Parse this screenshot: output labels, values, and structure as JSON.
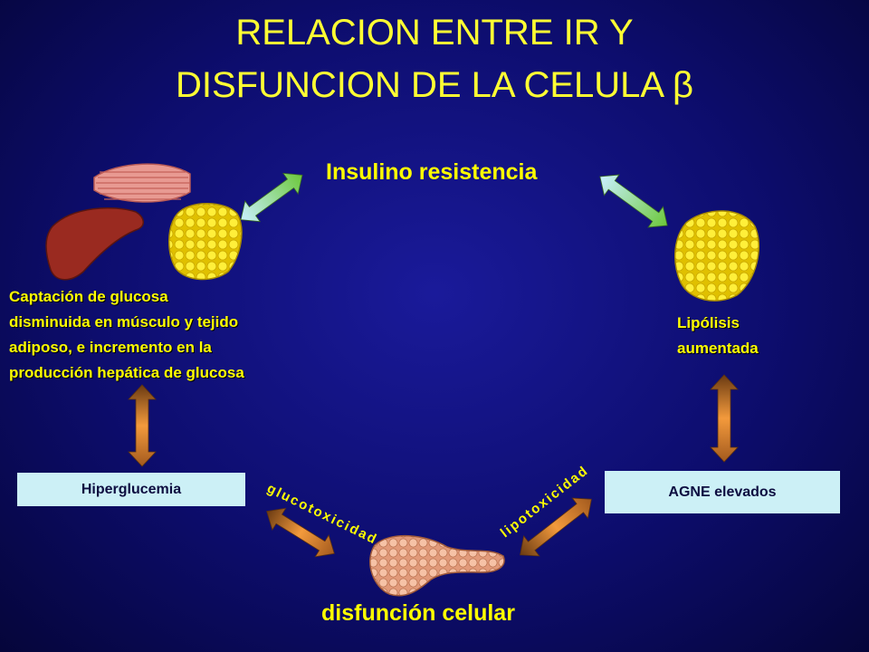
{
  "title": {
    "line1": "RELACION ENTRE IR Y",
    "line2": "DISFUNCION DE LA CELULA β"
  },
  "nodes": {
    "insulino_resistencia": "Insulino resistencia",
    "disfuncion_celular": "disfunción celular",
    "captacion": [
      "Captación de glucosa",
      "disminuida en músculo y tejido",
      "adiposo, e incremento en la",
      "producción hepática de glucosa"
    ],
    "lipolisis": [
      "Lipólisis",
      "aumentada"
    ],
    "hiperglucemia": "Hiperglucemia",
    "agne": "AGNE elevados"
  },
  "edge_labels": {
    "glucotoxicidad": "glucotoxicidad",
    "lipotoxicidad": "lipotoxicidad"
  },
  "icons": [
    "muscle-icon",
    "liver-icon",
    "adipose-tissue-icon",
    "pancreas-icon"
  ],
  "colors": {
    "background": "#0d0d6e",
    "title": "#ffff33",
    "label": "#ffff00",
    "box": "#ccf0f6",
    "arrow_green": "#7ed957",
    "arrow_orange": "#e98a2c"
  }
}
